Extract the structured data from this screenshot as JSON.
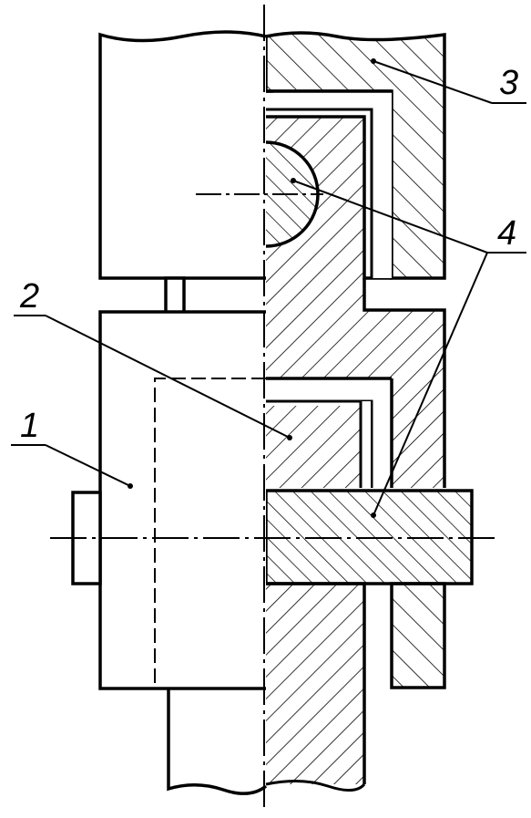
{
  "labels": {
    "l1": "1",
    "l2": "2",
    "l3": "3",
    "l4": "4"
  },
  "colors": {
    "line": "#000000",
    "background": "#ffffff"
  }
}
